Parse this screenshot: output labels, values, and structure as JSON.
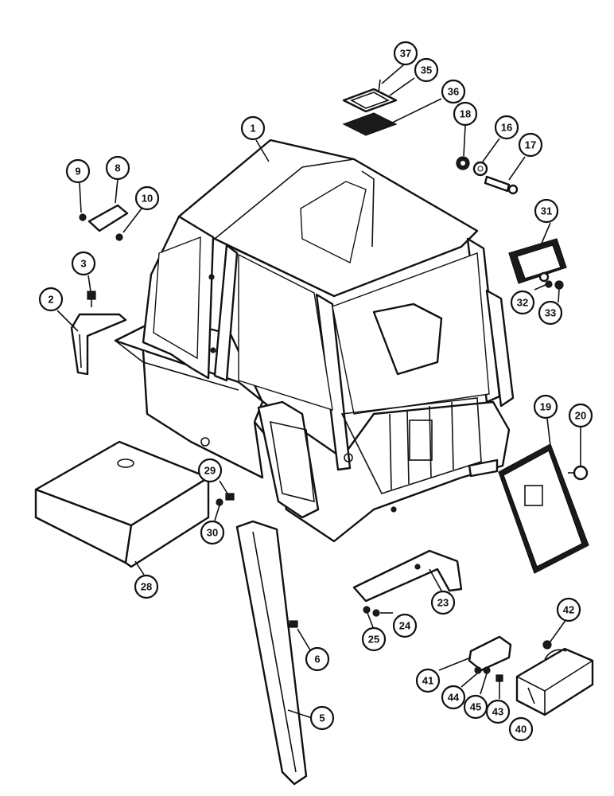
{
  "callouts": [
    {
      "id": "c1",
      "label": "1"
    },
    {
      "id": "c2",
      "label": "2"
    },
    {
      "id": "c3",
      "label": "3"
    },
    {
      "id": "c5",
      "label": "5"
    },
    {
      "id": "c6",
      "label": "6"
    },
    {
      "id": "c8",
      "label": "8"
    },
    {
      "id": "c9",
      "label": "9"
    },
    {
      "id": "c10",
      "label": "10"
    },
    {
      "id": "c16",
      "label": "16"
    },
    {
      "id": "c17",
      "label": "17"
    },
    {
      "id": "c18",
      "label": "18"
    },
    {
      "id": "c19",
      "label": "19"
    },
    {
      "id": "c20",
      "label": "20"
    },
    {
      "id": "c23",
      "label": "23"
    },
    {
      "id": "c24",
      "label": "24"
    },
    {
      "id": "c25",
      "label": "25"
    },
    {
      "id": "c28",
      "label": "28"
    },
    {
      "id": "c29",
      "label": "29"
    },
    {
      "id": "c30",
      "label": "30"
    },
    {
      "id": "c31",
      "label": "31"
    },
    {
      "id": "c32",
      "label": "32"
    },
    {
      "id": "c33",
      "label": "33"
    },
    {
      "id": "c35",
      "label": "35"
    },
    {
      "id": "c36",
      "label": "36"
    },
    {
      "id": "c37",
      "label": "37"
    },
    {
      "id": "c40",
      "label": "40"
    },
    {
      "id": "c41",
      "label": "41"
    },
    {
      "id": "c42",
      "label": "42"
    },
    {
      "id": "c43",
      "label": "43"
    },
    {
      "id": "c44",
      "label": "44"
    },
    {
      "id": "c45",
      "label": "45"
    }
  ]
}
